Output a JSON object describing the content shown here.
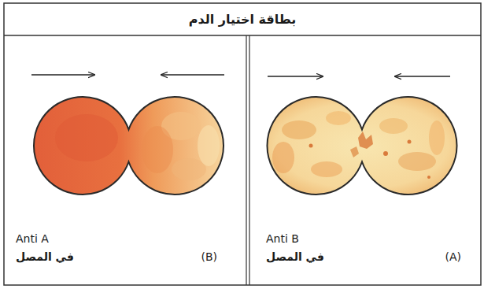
{
  "diagram": {
    "title": "بطاقة اختيار الدم",
    "nodes": [
      {
        "text": [
          "Anti B",
          "في المصل",
          "(A)"
        ]
      },
      {
        "text": [
          "Anti A",
          "في المصل",
          "(B)"
        ]
      }
    ]
  }
}
